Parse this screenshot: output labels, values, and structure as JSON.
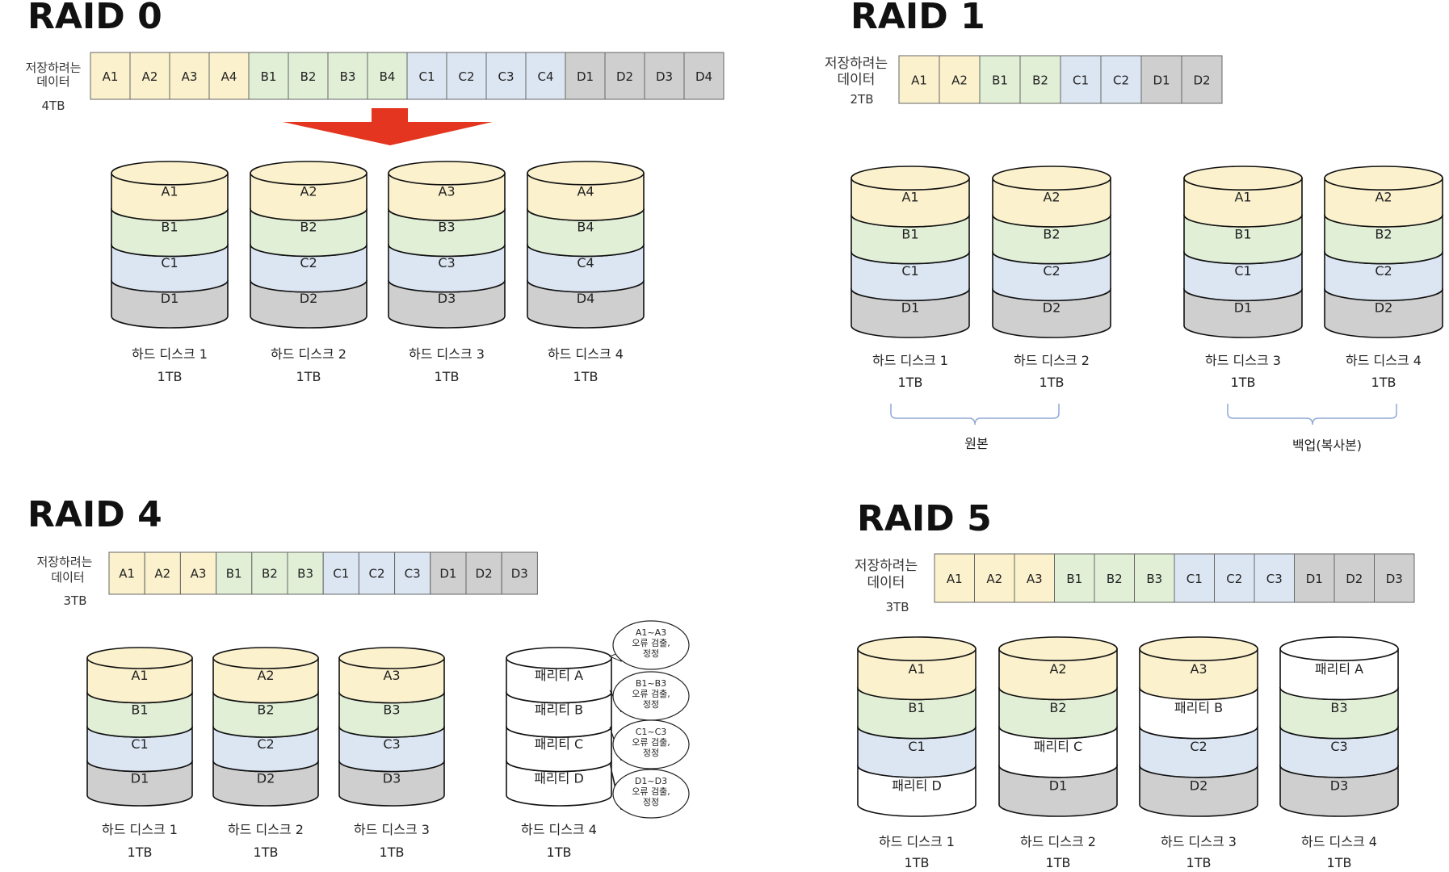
{
  "colors": {
    "A": "#fbf1cd",
    "B": "#e1efd7",
    "C": "#dce6f3",
    "D": "#cfcfcf",
    "P": "#ffffff",
    "arrow": "#e3351f",
    "brace": "#8fa9d6"
  },
  "sections": [
    {
      "title": "RAID 0",
      "input_label": [
        "저장하려는",
        "데이터"
      ],
      "input_size": "4TB",
      "strip": [
        "A1",
        "A2",
        "A3",
        "A4",
        "B1",
        "B2",
        "B3",
        "B4",
        "C1",
        "C2",
        "C3",
        "C4",
        "D1",
        "D2",
        "D3",
        "D4"
      ],
      "disks": [
        {
          "name": "하드 디스크 1",
          "size": "1TB",
          "layers": [
            "A1",
            "B1",
            "C1",
            "D1"
          ]
        },
        {
          "name": "하드 디스크 2",
          "size": "1TB",
          "layers": [
            "A2",
            "B2",
            "C2",
            "D2"
          ]
        },
        {
          "name": "하드 디스크 3",
          "size": "1TB",
          "layers": [
            "A3",
            "B3",
            "C3",
            "D3"
          ]
        },
        {
          "name": "하드 디스크 4",
          "size": "1TB",
          "layers": [
            "A4",
            "B4",
            "C4",
            "D4"
          ]
        }
      ]
    },
    {
      "title": "RAID 1",
      "input_label": [
        "저장하려는",
        "데이터"
      ],
      "input_size": "2TB",
      "strip": [
        "A1",
        "A2",
        "B1",
        "B2",
        "C1",
        "C2",
        "D1",
        "D2"
      ],
      "disks": [
        {
          "name": "하드 디스크 1",
          "size": "1TB",
          "layers": [
            "A1",
            "B1",
            "C1",
            "D1"
          ]
        },
        {
          "name": "하드 디스크 2",
          "size": "1TB",
          "layers": [
            "A2",
            "B2",
            "C2",
            "D2"
          ]
        },
        {
          "name": "하드 디스크 3",
          "size": "1TB",
          "layers": [
            "A1",
            "B1",
            "C1",
            "D1"
          ]
        },
        {
          "name": "하드 디스크 4",
          "size": "1TB",
          "layers": [
            "A2",
            "B2",
            "C2",
            "D2"
          ]
        }
      ],
      "groups": [
        "원본",
        "백업(복사본)"
      ]
    },
    {
      "title": "RAID 4",
      "input_label": [
        "저장하려는",
        "데이터"
      ],
      "input_size": "3TB",
      "strip": [
        "A1",
        "A2",
        "A3",
        "B1",
        "B2",
        "B3",
        "C1",
        "C2",
        "C3",
        "D1",
        "D2",
        "D3"
      ],
      "disks": [
        {
          "name": "하드 디스크 1",
          "size": "1TB",
          "layers": [
            "A1",
            "B1",
            "C1",
            "D1"
          ]
        },
        {
          "name": "하드 디스크 2",
          "size": "1TB",
          "layers": [
            "A2",
            "B2",
            "C2",
            "D2"
          ]
        },
        {
          "name": "하드 디스크 3",
          "size": "1TB",
          "layers": [
            "A3",
            "B3",
            "C3",
            "D3"
          ]
        },
        {
          "name": "하드 디스크 4",
          "size": "1TB",
          "layers": [
            "패리티 A",
            "패리티 B",
            "패리티 C",
            "패리티 D"
          ]
        }
      ],
      "bubbles": [
        [
          "A1~A3",
          "오류 검출,",
          "정정"
        ],
        [
          "B1~B3",
          "오류 검출,",
          "정정"
        ],
        [
          "C1~C3",
          "오류 검출,",
          "정정"
        ],
        [
          "D1~D3",
          "오류 검출,",
          "정정"
        ]
      ]
    },
    {
      "title": "RAID 5",
      "input_label": [
        "저장하려는",
        "데이터"
      ],
      "input_size": "3TB",
      "strip": [
        "A1",
        "A2",
        "A3",
        "B1",
        "B2",
        "B3",
        "C1",
        "C2",
        "C3",
        "D1",
        "D2",
        "D3"
      ],
      "disks": [
        {
          "name": "하드 디스크 1",
          "size": "1TB",
          "layers": [
            "A1",
            "B1",
            "C1",
            "패리티 D"
          ]
        },
        {
          "name": "하드 디스크 2",
          "size": "1TB",
          "layers": [
            "A2",
            "B2",
            "패리티 C",
            "D1"
          ]
        },
        {
          "name": "하드 디스크 3",
          "size": "1TB",
          "layers": [
            "A3",
            "패리티 B",
            "C2",
            "D2"
          ]
        },
        {
          "name": "하드 디스크 4",
          "size": "1TB",
          "layers": [
            "패리티 A",
            "B3",
            "C3",
            "D3"
          ]
        }
      ]
    }
  ]
}
